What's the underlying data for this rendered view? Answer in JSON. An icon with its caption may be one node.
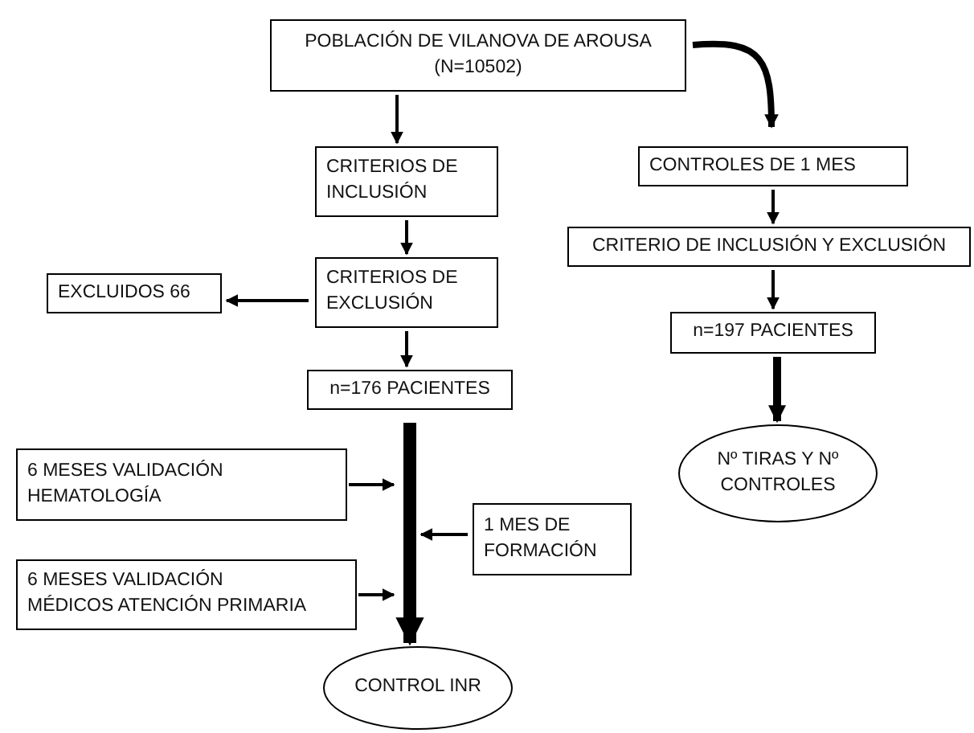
{
  "diagram": {
    "nodes": [
      {
        "text": [
          "POBLACIÓN DE VILANOVA DE AROUSA (N=10502)"
        ]
      },
      {
        "text": [
          "CRITERIOS DE INCLUSIÓN"
        ]
      },
      {
        "text": [
          "CRITERIOS DE EXCLUSIÓN"
        ]
      },
      {
        "text": [
          "EXCLUIDOS 66"
        ]
      },
      {
        "text": [
          "n=176 PACIENTES"
        ]
      },
      {
        "text": [
          "6 MESES VALIDACIÓN HEMATOLOGÍA"
        ]
      },
      {
        "text": [
          "1 MES DE FORMACIÓN"
        ]
      },
      {
        "text": [
          "6 MESES VALIDACIÓN MÉDICOS ATENCIÓN PRIMARIA"
        ]
      },
      {
        "text": [
          "CONTROL INR"
        ]
      },
      {
        "text": [
          "CONTROLES DE 1 MES"
        ]
      },
      {
        "text": [
          "CRITERIO DE INCLUSIÓN Y EXCLUSIÓN"
        ]
      },
      {
        "text": [
          "n=197 PACIENTES"
        ]
      },
      {
        "text": [
          "Nº TIRAS Y Nº CONTROLES"
        ]
      }
    ],
    "edges": [
      {
        "from": 0,
        "to": 1,
        "arrow": "to"
      },
      {
        "from": 1,
        "to": 2,
        "arrow": "to"
      },
      {
        "from": 2,
        "to": 3,
        "arrow": "to"
      },
      {
        "from": 2,
        "to": 4,
        "arrow": "to"
      },
      {
        "from": 4,
        "to": 8,
        "arrow": "to",
        "style": "thick"
      },
      {
        "from": 5,
        "to": null,
        "arrow": "to"
      },
      {
        "from": 6,
        "to": null,
        "arrow": "to"
      },
      {
        "from": 7,
        "to": null,
        "arrow": "to"
      },
      {
        "from": 0,
        "to": 9,
        "arrow": "to",
        "style": "thick"
      },
      {
        "from": 9,
        "to": 10,
        "arrow": "to"
      },
      {
        "from": 10,
        "to": 11,
        "arrow": "to"
      },
      {
        "from": 11,
        "to": 12,
        "arrow": "to",
        "style": "thick"
      }
    ]
  }
}
